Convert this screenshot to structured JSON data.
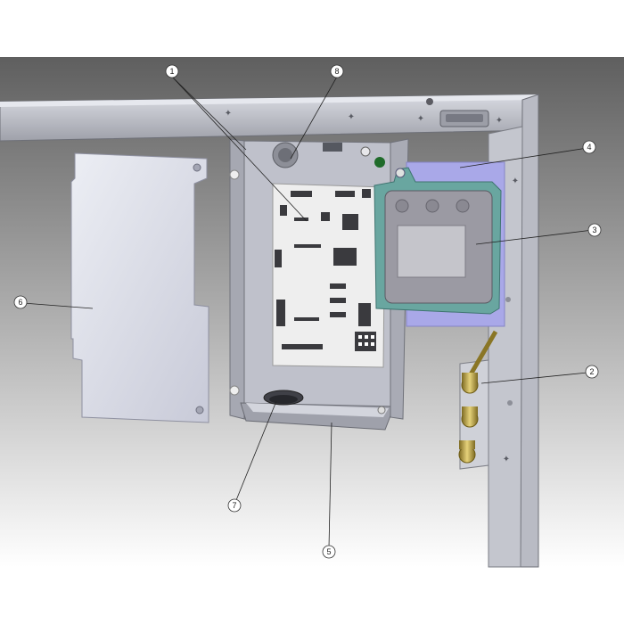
{
  "diagram": {
    "type": "exploded parts view",
    "background_colors": {
      "top": "#5f5f5f",
      "bottom": "#ffffff"
    },
    "callouts": [
      {
        "id": "1",
        "label": "1"
      },
      {
        "id": "2",
        "label": "2"
      },
      {
        "id": "3",
        "label": "3"
      },
      {
        "id": "4",
        "label": "4"
      },
      {
        "id": "5",
        "label": "5"
      },
      {
        "id": "6",
        "label": "6"
      },
      {
        "id": "7",
        "label": "7"
      },
      {
        "id": "8",
        "label": "8"
      }
    ],
    "parts": [
      {
        "callout": "1",
        "part": "circuit board"
      },
      {
        "callout": "2",
        "part": "connector fittings"
      },
      {
        "callout": "3",
        "part": "relay module"
      },
      {
        "callout": "4",
        "part": "insulator plate"
      },
      {
        "callout": "5",
        "part": "enclosure box"
      },
      {
        "callout": "6",
        "part": "cover panel"
      },
      {
        "callout": "7",
        "part": "cable grommet"
      },
      {
        "callout": "8",
        "part": "knockout"
      }
    ],
    "colors": {
      "metal": "#c9cbd3",
      "metal_dark": "#9a9ca6",
      "panel": "#d8d9e8",
      "board": "#eeeeee",
      "insulator": "#a9a8e8",
      "relay_frame": "#69a6a0",
      "relay_body": "#9b9aa3",
      "brass": "#b7a24b"
    }
  }
}
